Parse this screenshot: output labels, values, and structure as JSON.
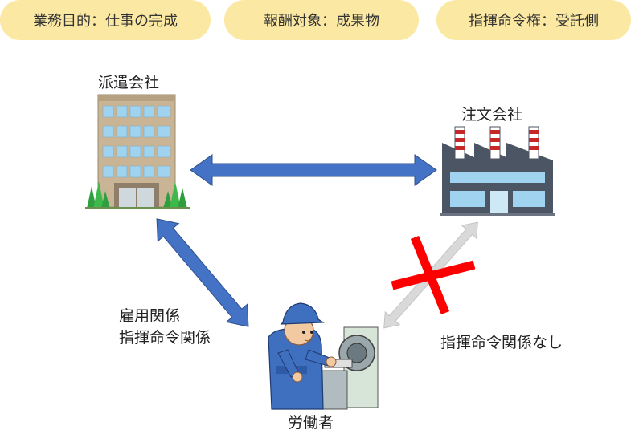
{
  "pills": [
    {
      "text": "業務目的：仕事の完成"
    },
    {
      "text": "報酬対象：成果物"
    },
    {
      "text": "指揮命令権：受託側"
    }
  ],
  "nodes": {
    "dispatch_company": "派遣会社",
    "client_company": "注文会社",
    "worker": "労働者"
  },
  "relations": {
    "employment_line1": "雇用関係",
    "employment_line2": "指揮命令関係",
    "no_command": "指揮命令関係なし"
  },
  "colors": {
    "pill_bg": "#fbe8a2",
    "arrow_blue": "#4472c4",
    "arrow_gray": "#d9d9d9",
    "cross_red": "#ff0000"
  }
}
